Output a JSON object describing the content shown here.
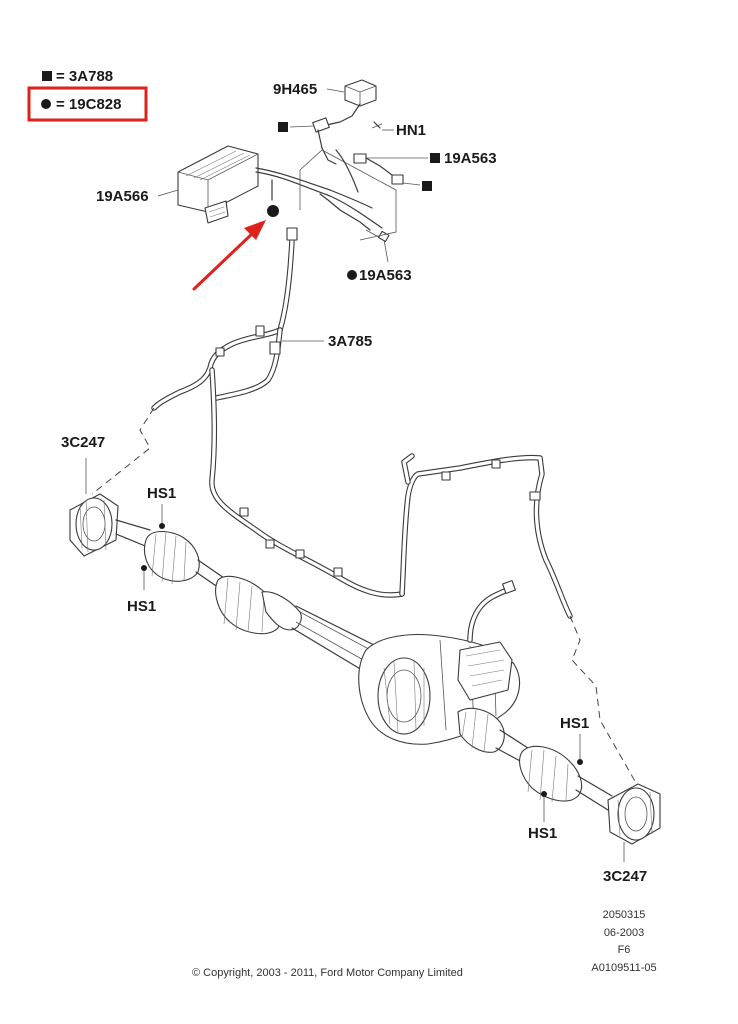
{
  "legend": {
    "square_entry": "= 3A788",
    "circle_entry": "= 19C828"
  },
  "labels": {
    "vent_valve": "9H465",
    "clip": "HN1",
    "connector_right": "19A563",
    "control_module": "19A566",
    "connector_lower": "19A563",
    "vent_hose": "3A785",
    "rear_axle_housing_left": "3C247",
    "hose_clamp_1": "HS1",
    "hose_clamp_2": "HS1",
    "hose_clamp_3": "HS1",
    "hose_clamp_4": "HS1",
    "rear_axle_housing_right": "3C247"
  },
  "meta": {
    "line1": "2050315",
    "line2": "06-2003",
    "line3": "F6",
    "line4": "A0109511-05"
  },
  "copyright": "© Copyright, 2003 - 2011, Ford Motor Company Limited",
  "colors": {
    "highlight": "#e0201b",
    "ink": "#1a1a1a"
  }
}
